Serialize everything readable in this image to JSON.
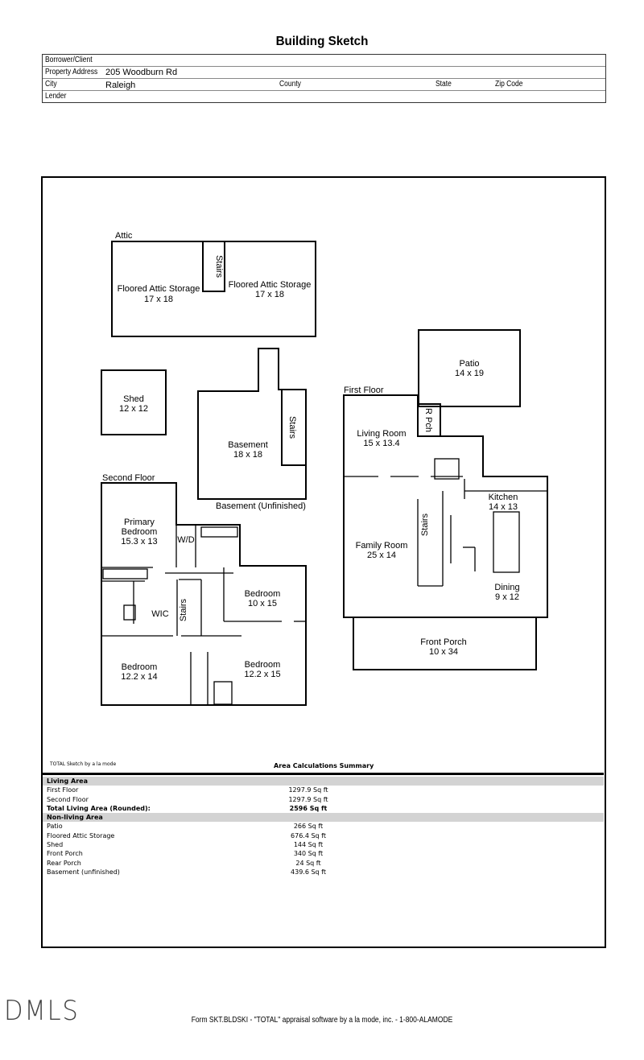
{
  "title": "Building Sketch",
  "header": {
    "borrower_label": "Borrower/Client",
    "address_label": "Property Address",
    "address": "205 Woodburn Rd",
    "city_label": "City",
    "city": "Raleigh",
    "county_label": "County",
    "state_label": "State",
    "zip_label": "Zip Code",
    "lender_label": "Lender"
  },
  "sketch": {
    "attic": {
      "label": "Attic",
      "stairs": "Stairs",
      "storage_left_name": "Floored Attic Storage",
      "storage_left_dim": "17 x 18",
      "storage_right_name": "Floored Attic Storage",
      "storage_right_dim": "17 x 18"
    },
    "shed": {
      "name": "Shed",
      "dim": "12 x 12"
    },
    "basement": {
      "name": "Basement",
      "dim": "18 x 18",
      "stairs": "Stairs",
      "label": "Basement (Unfinished)"
    },
    "second_floor": {
      "label": "Second Floor",
      "primary_name": "Primary",
      "primary_name2": "Bedroom",
      "primary_dim": "15.3 x 13",
      "wd": "W/D",
      "wic": "WIC",
      "stairs": "Stairs",
      "bed1_name": "Bedroom",
      "bed1_dim": "10 x 15",
      "bed2_name": "Bedroom",
      "bed2_dim": "12.2 x 14",
      "bed3_name": "Bedroom",
      "bed3_dim": "12.2 x 15"
    },
    "first_floor": {
      "label": "First Floor",
      "living_name": "Living Room",
      "living_dim": "15 x 13.4",
      "family_name": "Family Room",
      "family_dim": "25 x 14",
      "stairs": "Stairs",
      "kitchen_name": "Kitchen",
      "kitchen_dim": "14 x 13",
      "dining_name": "Dining",
      "dining_dim": "9 x 12",
      "rpch": "R Pch"
    },
    "patio": {
      "name": "Patio",
      "dim": "14 x 19"
    },
    "front_porch": {
      "name": "Front Porch",
      "dim": "10 x 34"
    }
  },
  "summary": {
    "credit": "TOTAL Sketch by a la mode",
    "title": "Area Calculations Summary",
    "living_header": "Living Area",
    "living": [
      {
        "name": "First Floor",
        "value": "1297.9 Sq ft"
      },
      {
        "name": "Second Floor",
        "value": "1297.9 Sq ft"
      }
    ],
    "total_label": "Total Living Area (Rounded):",
    "total_value": "2596 Sq ft",
    "nonliving_header": "Non-living Area",
    "nonliving": [
      {
        "name": "Patio",
        "value": "266 Sq ft"
      },
      {
        "name": "Floored Attic Storage",
        "value": "676.4 Sq ft"
      },
      {
        "name": "Shed",
        "value": "144 Sq ft"
      },
      {
        "name": "Front Porch",
        "value": "340 Sq ft"
      },
      {
        "name": "Rear Porch",
        "value": "24 Sq ft"
      },
      {
        "name": "Basement (unfinished)",
        "value": "439.6 Sq ft"
      }
    ]
  },
  "logo": "DMLS",
  "footer": "Form SKT.BLDSKI - \"TOTAL\" appraisal software by a la mode, inc. - 1-800-ALAMODE"
}
